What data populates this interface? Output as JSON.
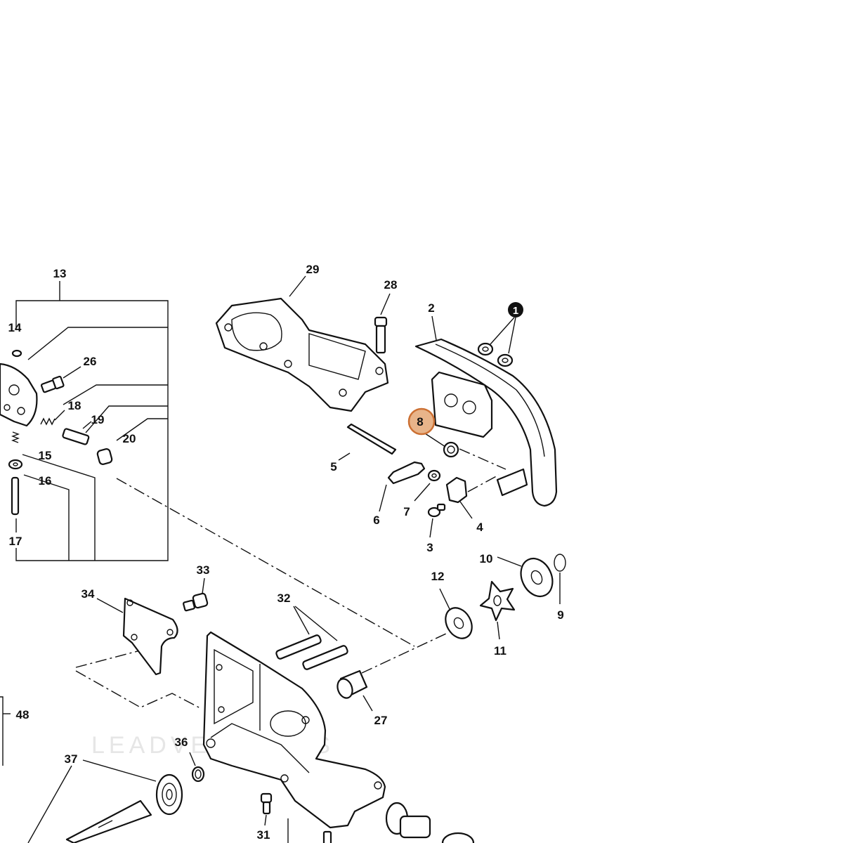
{
  "watermark": "LEADVENTURES",
  "highlight": {
    "label": "8",
    "fill": "#e8b48a",
    "stroke": "#cc7033"
  },
  "callouts": {
    "c1": "1",
    "c2": "2",
    "c3": "3",
    "c4": "4",
    "c5": "5",
    "c6": "6",
    "c7": "7",
    "c9": "9",
    "c10": "10",
    "c11": "11",
    "c12": "12",
    "c13": "13",
    "c14": "14",
    "c15": "15",
    "c16": "16",
    "c17": "17",
    "c18": "18",
    "c19": "19",
    "c20": "20",
    "c26": "26",
    "c27": "27",
    "c28": "28",
    "c29": "29",
    "c31": "31",
    "c32": "32",
    "c33": "33",
    "c34": "34",
    "c36": "36",
    "c37": "37",
    "c48": "48"
  }
}
